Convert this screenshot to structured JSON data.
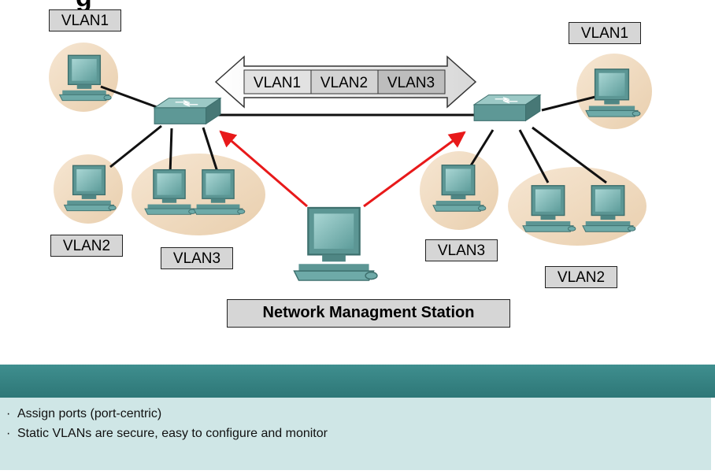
{
  "title_fragment": "g",
  "trunk_vlans": [
    "VLAN1",
    "VLAN2",
    "VLAN3"
  ],
  "vlan_labels": {
    "left_top": "VLAN1",
    "left_bottom": "VLAN2",
    "left_middle": "VLAN3",
    "right_top": "VLAN1",
    "right_middle": "VLAN3",
    "right_bottom": "VLAN2"
  },
  "station_label": "Network Managment Station",
  "notes": [
    "Assign ports (port-centric)",
    "Static VLANs are secure, easy to configure and monitor"
  ],
  "colors": {
    "vlan_zone": "#f2dcc0",
    "computer": "#7fb9b7",
    "switch": "#6fa8a5",
    "management_link": "#e8191a",
    "panel_header": "#3a8787",
    "panel_body": "#cfe6e6"
  }
}
